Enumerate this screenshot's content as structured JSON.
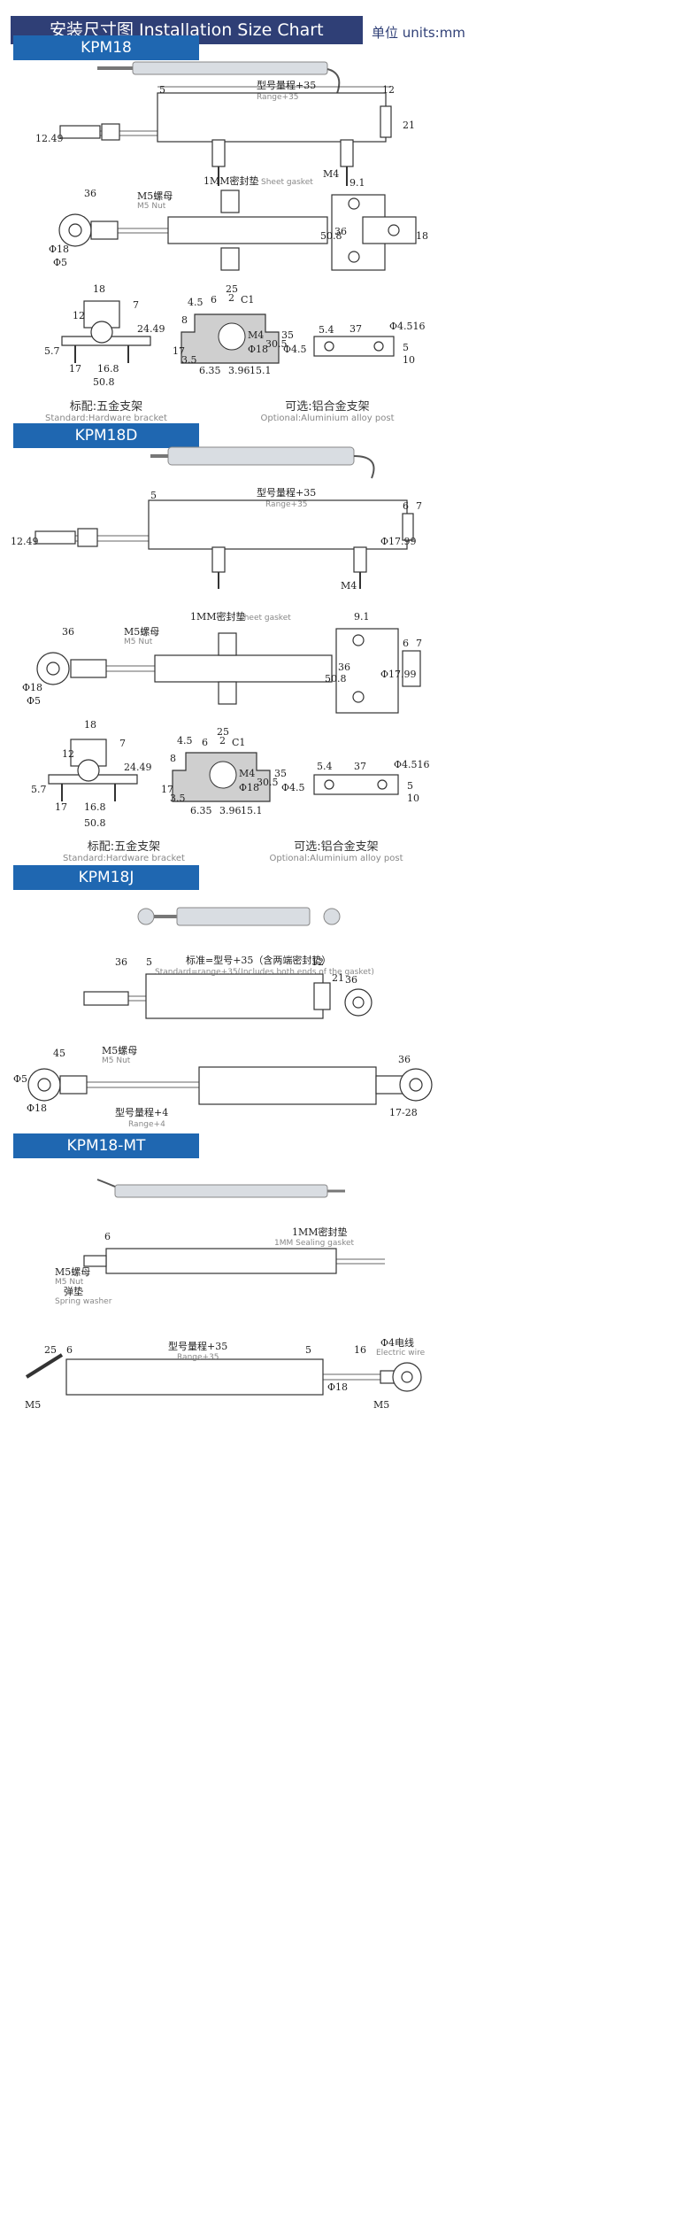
{
  "header": {
    "title": "安装尺寸图 Installation Size Chart",
    "units": "单位 units:mm"
  },
  "sections": [
    {
      "name": "KPM18"
    },
    {
      "name": "KPM18D"
    },
    {
      "name": "KPM18J"
    },
    {
      "name": "KPM18-MT"
    }
  ],
  "labels": {
    "range35_cn": "型号量程+35",
    "range35_en": "Range+35",
    "sheet_gasket_cn": "1MM密封垫",
    "sheet_gasket_en": "Sheet gasket",
    "m5nut_cn": "M5螺母",
    "m5nut_en": "M5 Nut",
    "std_bracket_cn": "标配:五金支架",
    "std_bracket_en": "Standard:Hardware bracket",
    "opt_post_cn": "可选:铝合金支架",
    "opt_post_en": "Optional:Aluminium alloy post",
    "std_range_cn": "标准=型号+35（含两端密封垫）",
    "std_range_en": "Standard=range+35(Includes both ends of the gasket)",
    "range4_cn": "型号量程+4",
    "range4_en": "Range+4",
    "sealing_cn": "1MM密封垫",
    "sealing_en": "1MM Sealing gasket",
    "washer_cn": "弹垫",
    "washer_en": "Spring washer",
    "wire_cn": "Φ4电线",
    "wire_en": "Electric wire"
  },
  "dims": {
    "d5": "5",
    "d12": "12",
    "d21": "21",
    "d12_49": "12.49",
    "dM4": "M4",
    "d9_1": "9.1",
    "d36": "36",
    "d50_8": "50.8",
    "dphi18": "Φ18",
    "dphi5": "Φ5",
    "d18": "18",
    "d12b": "12",
    "d7": "7",
    "d24_49": "24.49",
    "d5_7": "5.7",
    "d17": "17",
    "d16_8": "16.8",
    "d25": "25",
    "d4_5": "4.5",
    "d2": "2",
    "dC1": "C1",
    "d8": "8",
    "d30_5": "30.5",
    "d35": "35",
    "d3_5": "3.5",
    "d6_35": "6.35",
    "d3_96": "3.96",
    "d15_1": "15.1",
    "d6": "6",
    "d37": "37",
    "dphi4_5": "Φ4.5",
    "dphi4_516": "Φ4.516",
    "d10": "10",
    "d5b": "5",
    "d5_4": "5.4",
    "d17_99": "Φ17.99",
    "d45": "45",
    "d17_28": "17-28",
    "dM5": "M5",
    "d16": "16"
  },
  "colors": {
    "title_bg": "#2f3f76",
    "section_bg": "#1f67b1"
  }
}
